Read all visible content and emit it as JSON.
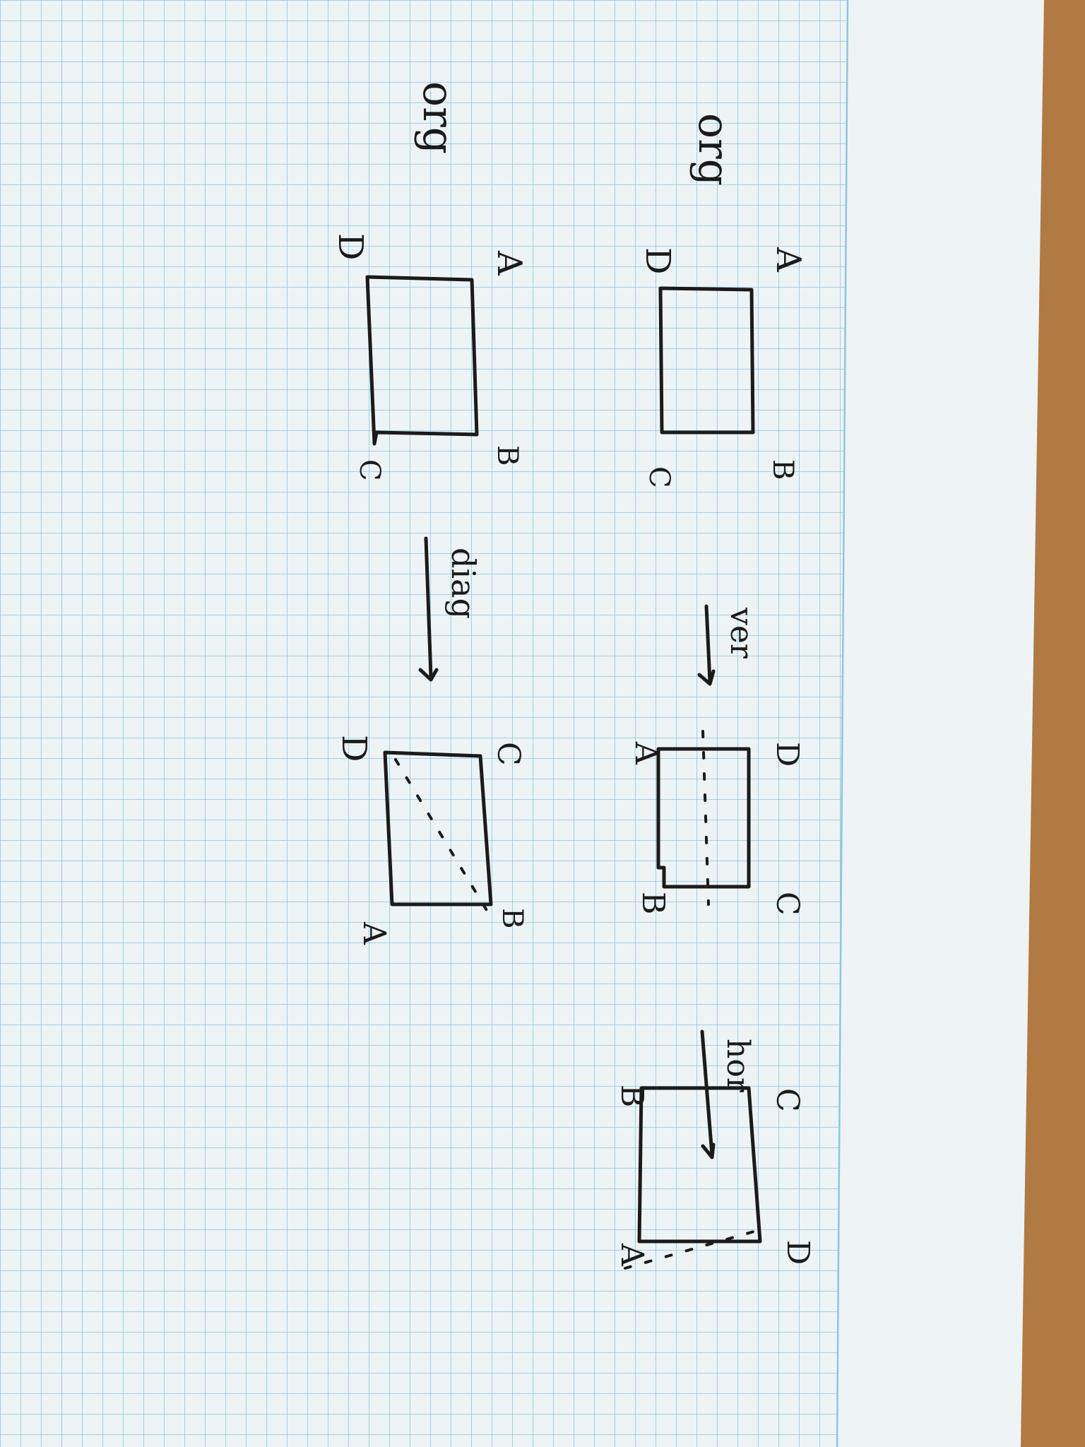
{
  "colors": {
    "paper": "#eef3f5",
    "grid": "#8fc6dc",
    "ink": "#1b1b1b",
    "desk": "#b07a42"
  },
  "diagram": {
    "row1": {
      "label": "org",
      "original": {
        "a": "A",
        "b": "B",
        "c": "C",
        "d": "D"
      },
      "arrow_ver": "ver",
      "vertical_flip": {
        "a": "D",
        "b": "C",
        "c": "B",
        "d": "A"
      },
      "arrow_hor": "hor",
      "horizontal_flip": {
        "a": "C",
        "b": "D",
        "c": "A",
        "d": "B"
      }
    },
    "row2": {
      "label": "org",
      "original": {
        "a": "A",
        "b": "B",
        "c": "C",
        "d": "D"
      },
      "arrow_diag": "diag",
      "diagonal_flip": {
        "a": "C",
        "b": "B",
        "c": "A",
        "d": "D"
      }
    }
  }
}
